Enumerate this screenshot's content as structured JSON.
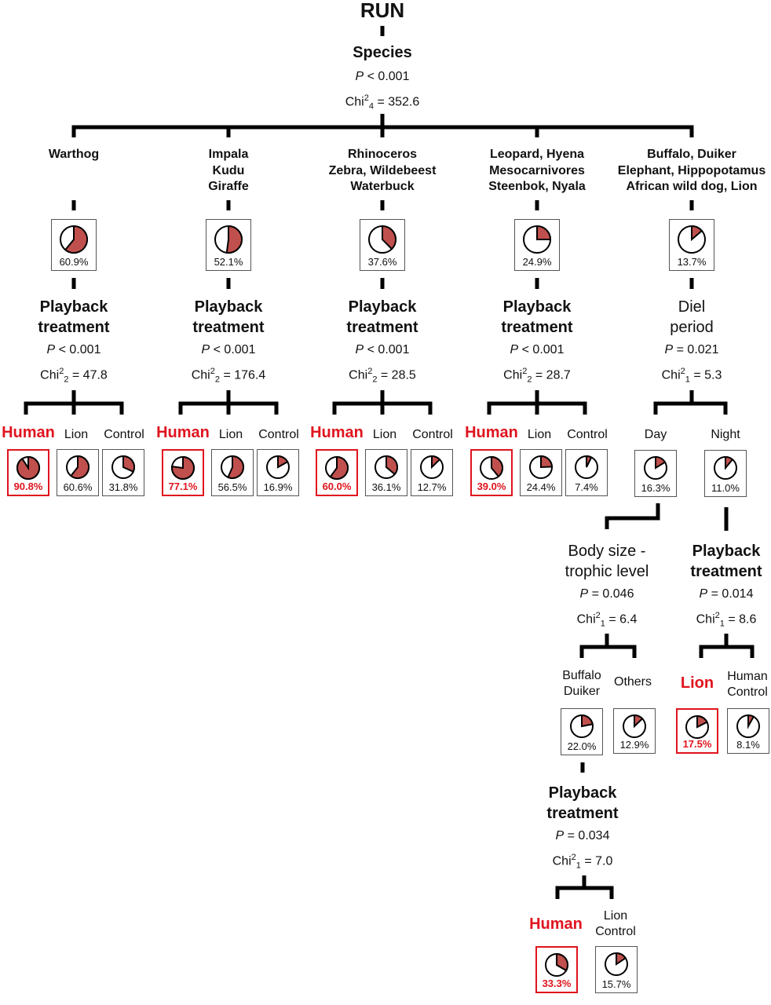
{
  "root": {
    "title": "RUN"
  },
  "colors": {
    "pie_fill": "#c0504d",
    "highlight": "#e0141e",
    "line": "#000000"
  },
  "species_node": {
    "label": "Species",
    "p": "< 0.001",
    "chi_df": "4",
    "chi_val": "352.6"
  },
  "groups": [
    {
      "name_lines": [
        "Warthog"
      ],
      "pct": 60.9,
      "pct_label": "60.9%",
      "split": {
        "label_lines": [
          "Playback",
          "treatment"
        ],
        "bold": true,
        "p": "< 0.001",
        "chi_df": "2",
        "chi_val": "47.8"
      },
      "children": [
        {
          "label_lines": [
            "Human"
          ],
          "highlight": true,
          "pct": 90.8,
          "pct_label": "90.8%"
        },
        {
          "label_lines": [
            "Lion"
          ],
          "highlight": false,
          "pct": 60.6,
          "pct_label": "60.6%"
        },
        {
          "label_lines": [
            "Control"
          ],
          "highlight": false,
          "pct": 31.8,
          "pct_label": "31.8%"
        }
      ]
    },
    {
      "name_lines": [
        "Impala",
        "Kudu",
        "Giraffe"
      ],
      "pct": 52.1,
      "pct_label": "52.1%",
      "split": {
        "label_lines": [
          "Playback",
          "treatment"
        ],
        "bold": true,
        "p": "< 0.001",
        "chi_df": "2",
        "chi_val": "176.4"
      },
      "children": [
        {
          "label_lines": [
            "Human"
          ],
          "highlight": true,
          "pct": 77.1,
          "pct_label": "77.1%"
        },
        {
          "label_lines": [
            "Lion"
          ],
          "highlight": false,
          "pct": 56.5,
          "pct_label": "56.5%"
        },
        {
          "label_lines": [
            "Control"
          ],
          "highlight": false,
          "pct": 16.9,
          "pct_label": "16.9%"
        }
      ]
    },
    {
      "name_lines": [
        "Rhinoceros",
        "Zebra, Wildebeest",
        "Waterbuck"
      ],
      "pct": 37.6,
      "pct_label": "37.6%",
      "split": {
        "label_lines": [
          "Playback",
          "treatment"
        ],
        "bold": true,
        "p": "< 0.001",
        "chi_df": "2",
        "chi_val": "28.5"
      },
      "children": [
        {
          "label_lines": [
            "Human"
          ],
          "highlight": true,
          "pct": 60.0,
          "pct_label": "60.0%"
        },
        {
          "label_lines": [
            "Lion"
          ],
          "highlight": false,
          "pct": 36.1,
          "pct_label": "36.1%"
        },
        {
          "label_lines": [
            "Control"
          ],
          "highlight": false,
          "pct": 12.7,
          "pct_label": "12.7%"
        }
      ]
    },
    {
      "name_lines": [
        "Leopard, Hyena",
        "Mesocarnivores",
        "Steenbok, Nyala"
      ],
      "pct": 24.9,
      "pct_label": "24.9%",
      "split": {
        "label_lines": [
          "Playback",
          "treatment"
        ],
        "bold": true,
        "p": "< 0.001",
        "chi_df": "2",
        "chi_val": "28.7"
      },
      "children": [
        {
          "label_lines": [
            "Human"
          ],
          "highlight": true,
          "pct": 39.0,
          "pct_label": "39.0%"
        },
        {
          "label_lines": [
            "Lion"
          ],
          "highlight": false,
          "pct": 24.4,
          "pct_label": "24.4%"
        },
        {
          "label_lines": [
            "Control"
          ],
          "highlight": false,
          "pct": 7.4,
          "pct_label": "7.4%"
        }
      ]
    },
    {
      "name_lines": [
        "Buffalo, Duiker",
        "Elephant, Hippopotamus",
        "African  wild dog, Lion"
      ],
      "pct": 13.7,
      "pct_label": "13.7%",
      "split": {
        "label_lines": [
          "Diel",
          "period"
        ],
        "bold": false,
        "p": "= 0.021",
        "chi_df": "1",
        "chi_val": "5.3"
      },
      "children": [
        {
          "label_lines": [
            "Day"
          ],
          "highlight": false,
          "pct": 16.3,
          "pct_label": "16.3%"
        },
        {
          "label_lines": [
            "Night"
          ],
          "highlight": false,
          "pct": 11.0,
          "pct_label": "11.0%"
        }
      ]
    }
  ],
  "day_split": {
    "label_lines": [
      "Body size -",
      "trophic level"
    ],
    "bold": false,
    "p": "= 0.046",
    "chi_df": "1",
    "chi_val": "6.4",
    "children": [
      {
        "label_lines": [
          "Buffalo",
          "Duiker"
        ],
        "highlight": false,
        "pct": 22.0,
        "pct_label": "22.0%"
      },
      {
        "label_lines": [
          "Others"
        ],
        "highlight": false,
        "pct": 12.9,
        "pct_label": "12.9%"
      }
    ]
  },
  "night_split": {
    "label_lines": [
      "Playback",
      "treatment"
    ],
    "bold": true,
    "p": "= 0.014",
    "chi_df": "1",
    "chi_val": "8.6",
    "children": [
      {
        "label_lines": [
          "Lion"
        ],
        "highlight": true,
        "pct": 17.5,
        "pct_label": "17.5%"
      },
      {
        "label_lines": [
          "Human",
          "Control"
        ],
        "highlight": false,
        "pct": 8.1,
        "pct_label": "8.1%"
      }
    ]
  },
  "buffalo_split": {
    "label_lines": [
      "Playback",
      "treatment"
    ],
    "bold": true,
    "p": "= 0.034",
    "chi_df": "1",
    "chi_val": "7.0",
    "children": [
      {
        "label_lines": [
          "Human"
        ],
        "highlight": true,
        "pct": 33.3,
        "pct_label": "33.3%"
      },
      {
        "label_lines": [
          "Lion",
          "Control"
        ],
        "highlight": false,
        "pct": 15.7,
        "pct_label": "15.7%"
      }
    ]
  },
  "stat_labels": {
    "p_symbol": "P",
    "chi_prefix": "Chi",
    "chi_sup": "2"
  }
}
